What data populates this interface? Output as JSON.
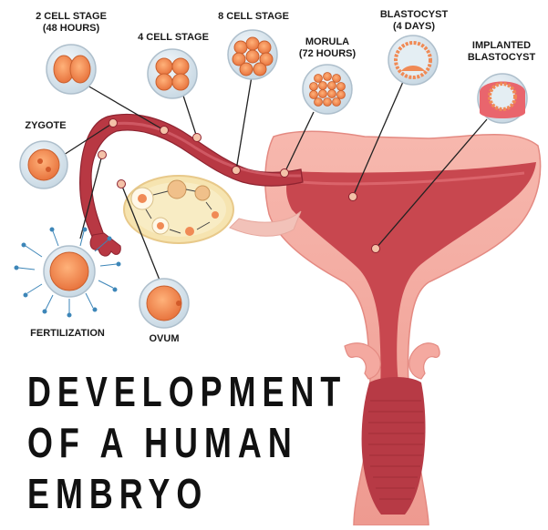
{
  "stages": {
    "two_cell": [
      "2 CELL STAGE",
      "(48 HOURS)"
    ],
    "four_cell": "4 CELL STAGE",
    "eight_cell": "8 CELL STAGE",
    "morula": [
      "MORULA",
      "(72 HOURS)"
    ],
    "blastocyst": [
      "BLASTOCYST",
      "(4 DAYS)"
    ],
    "implanted": [
      "IMPLANTED",
      "BLASTOCYST"
    ],
    "zygote": "ZYGOTE",
    "fertilization": "FERTILIZATION",
    "ovum": "OVUM"
  },
  "title": [
    "DEVELOPMENT",
    "OF A HUMAN",
    "EMBRYO"
  ],
  "colors": {
    "uterus_outer": "#f4a9a0",
    "uterus_inner": "#c8474f",
    "tube": "#b83843",
    "cell": "#f08a55",
    "circle_bg": "#dde8ef",
    "ovary": "#f6e4b0"
  }
}
